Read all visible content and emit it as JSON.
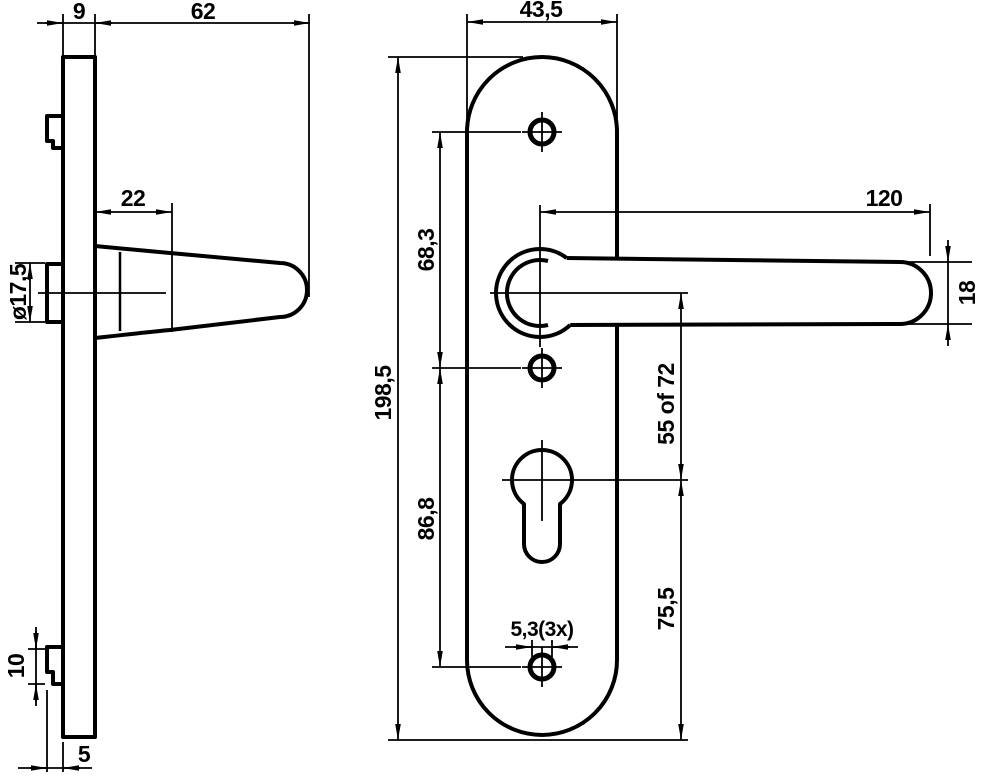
{
  "page": {
    "background": "#ffffff",
    "line_color": "#000000"
  },
  "side_view": {
    "dims": {
      "plate_thickness": "9",
      "handle_depth": "62",
      "neck_length": "22",
      "boss_diameter": "ø17,5",
      "boss_height": "10",
      "boss_protrusion": "5"
    }
  },
  "front_view": {
    "dims": {
      "plate_width": "43,5",
      "plate_height": "198,5",
      "upper_hole_spacing": "68,3",
      "lower_hole_spacing": "86,8",
      "lever_length": "120",
      "lever_thickness": "18",
      "centre_distance": "55 of 72",
      "cylinder_to_bottom": "75,5",
      "fixing_holes": "5,3(3x)"
    }
  }
}
